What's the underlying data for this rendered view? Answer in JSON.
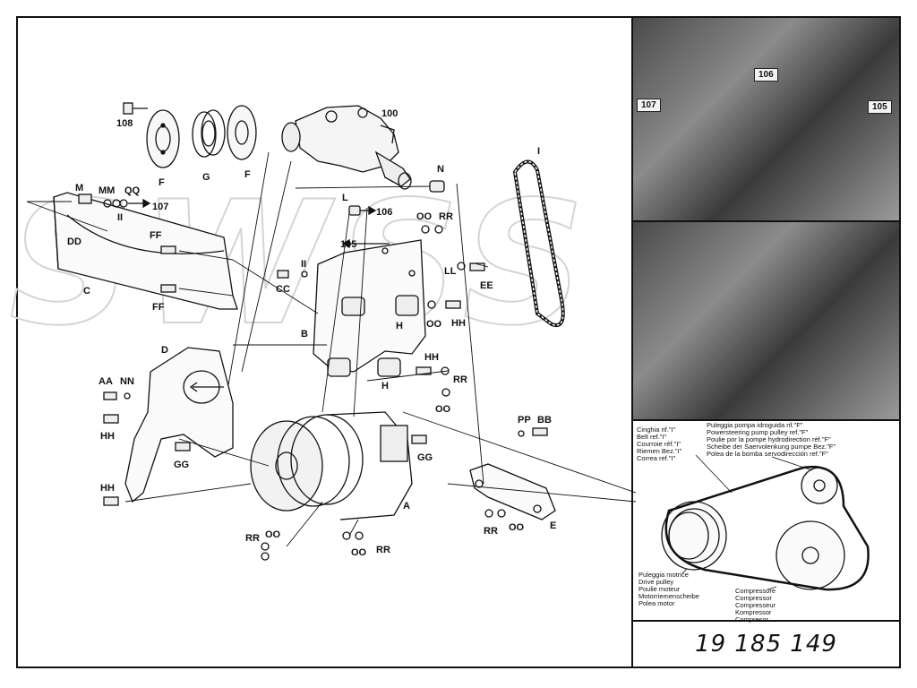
{
  "diagram": {
    "part_labels": [
      {
        "id": "100",
        "text": "100"
      },
      {
        "id": "108",
        "text": "108"
      },
      {
        "id": "F1",
        "text": "F"
      },
      {
        "id": "G",
        "text": "G"
      },
      {
        "id": "F2",
        "text": "F"
      },
      {
        "id": "N",
        "text": "N"
      },
      {
        "id": "I",
        "text": "I"
      },
      {
        "id": "M",
        "text": "M"
      },
      {
        "id": "MM",
        "text": "MM"
      },
      {
        "id": "QQ",
        "text": "QQ"
      },
      {
        "id": "II1",
        "text": "II"
      },
      {
        "id": "ref107",
        "text": "107"
      },
      {
        "id": "DD",
        "text": "DD"
      },
      {
        "id": "FF1",
        "text": "FF"
      },
      {
        "id": "C",
        "text": "C"
      },
      {
        "id": "FF2",
        "text": "FF"
      },
      {
        "id": "L",
        "text": "L"
      },
      {
        "id": "ref106",
        "text": "106"
      },
      {
        "id": "OO1",
        "text": "OO"
      },
      {
        "id": "RR1",
        "text": "RR"
      },
      {
        "id": "ref105",
        "text": "105"
      },
      {
        "id": "II2",
        "text": "II"
      },
      {
        "id": "CC",
        "text": "CC"
      },
      {
        "id": "LL",
        "text": "LL"
      },
      {
        "id": "EE",
        "text": "EE"
      },
      {
        "id": "OO2",
        "text": "OO"
      },
      {
        "id": "HH1",
        "text": "HH"
      },
      {
        "id": "B",
        "text": "B"
      },
      {
        "id": "H1",
        "text": "H"
      },
      {
        "id": "D",
        "text": "D"
      },
      {
        "id": "HH2",
        "text": "HH"
      },
      {
        "id": "H2",
        "text": "H"
      },
      {
        "id": "AA",
        "text": "AA"
      },
      {
        "id": "NN",
        "text": "NN"
      },
      {
        "id": "RR2",
        "text": "RR"
      },
      {
        "id": "OO3",
        "text": "OO"
      },
      {
        "id": "HH3",
        "text": "HH"
      },
      {
        "id": "PP",
        "text": "PP"
      },
      {
        "id": "BB",
        "text": "BB"
      },
      {
        "id": "GG1",
        "text": "GG"
      },
      {
        "id": "GG2",
        "text": "GG"
      },
      {
        "id": "HH4",
        "text": "HH"
      },
      {
        "id": "A",
        "text": "A"
      },
      {
        "id": "E",
        "text": "E"
      },
      {
        "id": "RR3",
        "text": "RR"
      },
      {
        "id": "OO4",
        "text": "OO"
      },
      {
        "id": "RR4",
        "text": "RR"
      },
      {
        "id": "OO5",
        "text": "OO"
      },
      {
        "id": "OO6",
        "text": "OO"
      },
      {
        "id": "RR5",
        "text": "RR"
      }
    ]
  },
  "photos": {
    "top_tags": [
      "106",
      "107",
      "105"
    ]
  },
  "belt_panel": {
    "belt_caption": [
      "Cinghia rif.\"I\"",
      "Belt ref.\"I\"",
      "Courroie réf.\"I\"",
      "Riemen Bez.\"I\"",
      "Correa ref.\"I\""
    ],
    "pump_caption": [
      "Puleggia pompa idroguida rif.\"F\"",
      "Powersteering pump pulley ref.\"F\"",
      "Poulie por la pompe hydrodirection réf.\"F\"",
      "Scheibe der Saervolenkung pumpe Bez.\"F\"",
      "Polea de la bomba servodirección ref.\"F\""
    ],
    "drive_caption": [
      "Puleggia motrice",
      "Drive pulley",
      "Poulie moteur",
      "Motorriemenscheibe",
      "Polea motor"
    ],
    "compressor_caption": [
      "Compressore",
      "Compressor",
      "Compresseur",
      "Kompressor",
      "Compresor"
    ]
  },
  "part_number": "19 185 149"
}
